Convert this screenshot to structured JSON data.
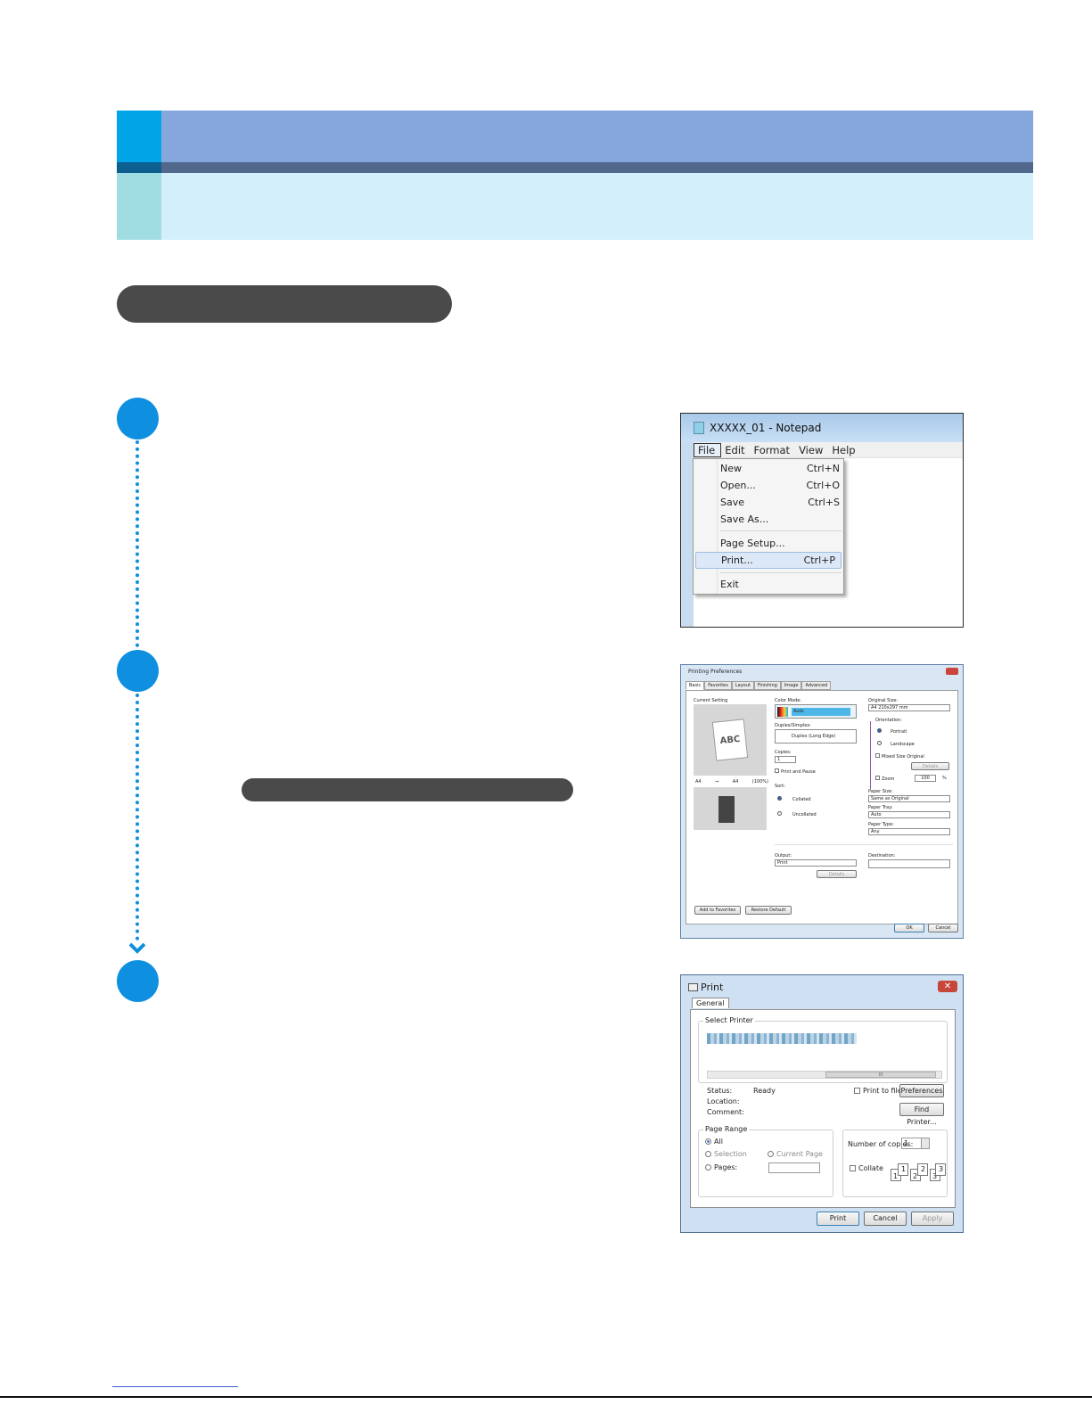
{
  "notepad": {
    "title": "XXXXX_01 - Notepad",
    "menubar": [
      "File",
      "Edit",
      "Format",
      "View",
      "Help"
    ],
    "file_menu": [
      {
        "label": "New",
        "shortcut": "Ctrl+N"
      },
      {
        "label": "Open...",
        "shortcut": "Ctrl+O"
      },
      {
        "label": "Save",
        "shortcut": "Ctrl+S"
      },
      {
        "label": "Save As...",
        "shortcut": ""
      },
      {
        "label": "Page Setup...",
        "shortcut": ""
      },
      {
        "label": "Print...",
        "shortcut": "Ctrl+P"
      },
      {
        "label": "Exit",
        "shortcut": ""
      }
    ]
  },
  "prefs": {
    "title": "Printing Preferences",
    "tabs": [
      "Basic",
      "Favorites",
      "Layout",
      "Finishing",
      "Image",
      "Advanced"
    ],
    "current_setting": "Current Setting",
    "abc": "ABC",
    "size_from": "A4",
    "arrow": "⇒",
    "size_to": "A4",
    "scale": "(100%)",
    "color_mode_label": "Color Mode:",
    "color_mode_value": "Auto",
    "duplex_label": "Duplex/Simplex:",
    "duplex_value": "Duplex (Long Edge)",
    "copies_label": "Copies:",
    "copies_value": "1",
    "print_pause": "Print and Pause",
    "sort_label": "Sort:",
    "collated": "Collated",
    "uncollated": "Uncollated",
    "original_size_label": "Original Size:",
    "original_size_value": "A4 210x297 mm",
    "orientation_label": "Orientation:",
    "portrait": "Portrait",
    "landscape": "Landscape",
    "mixed": "Mixed Size Original",
    "details": "Details",
    "zoom": "Zoom",
    "zoom_value": "100",
    "percent": "%",
    "paper_size_label": "Paper Size:",
    "paper_size_value": "Same as Original",
    "paper_tray_label": "Paper Tray:",
    "paper_tray_value": "Auto",
    "paper_type_label": "Paper Type:",
    "paper_type_value": "Any",
    "output_label": "Output:",
    "output_value": "Print",
    "details2": "Details",
    "destination_label": "Destination:",
    "add_favorites": "Add to Favorites",
    "restore_default": "Restore Default",
    "ok": "OK",
    "cancel": "Cancel"
  },
  "print": {
    "title": "Print",
    "close": "✕",
    "tab": "General",
    "select_printer": "Select Printer",
    "status_label": "Status:",
    "status_value": "Ready",
    "location_label": "Location:",
    "comment_label": "Comment:",
    "print_to_file": "Print to file",
    "preferences": "Preferences",
    "find_printer": "Find Printer...",
    "page_range": "Page Range",
    "all": "All",
    "selection": "Selection",
    "current_page": "Current Page",
    "pages": "Pages:",
    "num_copies_label": "Number of copies:",
    "num_copies_value": "1",
    "collate": "Collate",
    "print_btn": "Print",
    "cancel_btn": "Cancel",
    "apply_btn": "Apply",
    "collate_icons": [
      "1",
      "1",
      "2",
      "2",
      "3",
      "3"
    ],
    "scroll_mark": "III"
  },
  "colors": {
    "accent_blue": "#0f8fe0",
    "header_blue": "#85a7dc",
    "header_light": "#d2effb",
    "pill_dark": "#4b4a4b"
  }
}
